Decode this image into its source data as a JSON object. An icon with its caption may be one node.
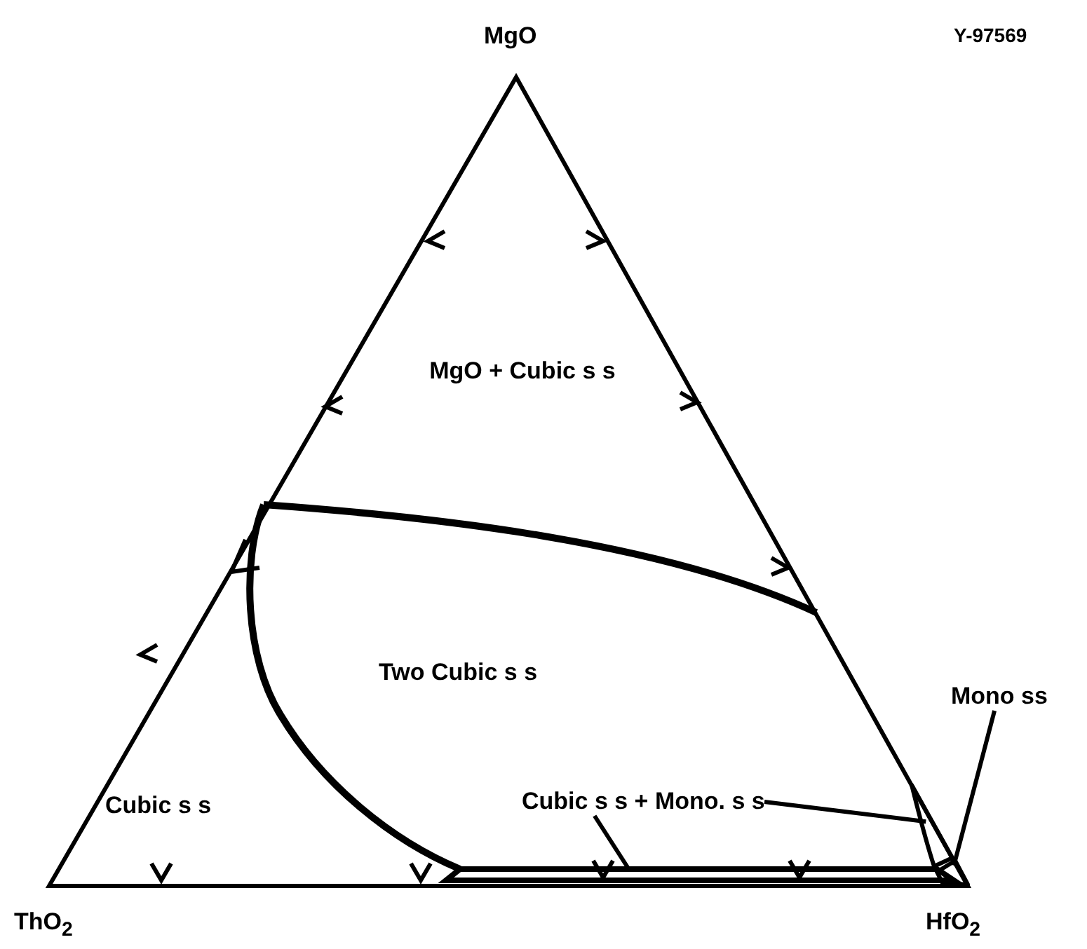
{
  "diagram": {
    "nodes": [
      {
        "text": [
          "Cubic s s + Mono. s s"
        ]
      },
      {
        "text": [
          "Mono ss"
        ]
      },
      {
        "text": [],
        "shape": "bar"
      },
      {
        "text": [],
        "shape": "triangle"
      },
      {
        "text": [],
        "shape": "triangle"
      }
    ],
    "edges": [
      {
        "from": 0,
        "to": 2,
        "arrow": "none"
      },
      {
        "from": 0,
        "to": 3,
        "arrow": "none"
      },
      {
        "from": 1,
        "to": 4,
        "arrow": "none"
      }
    ],
    "labels": [
      "MgO",
      "Y-97569",
      "MgO + Cubic s s",
      "Two Cubic s s",
      "Cubic s s",
      "ThO$_{2}$",
      "HfO$_{2}$"
    ]
  }
}
